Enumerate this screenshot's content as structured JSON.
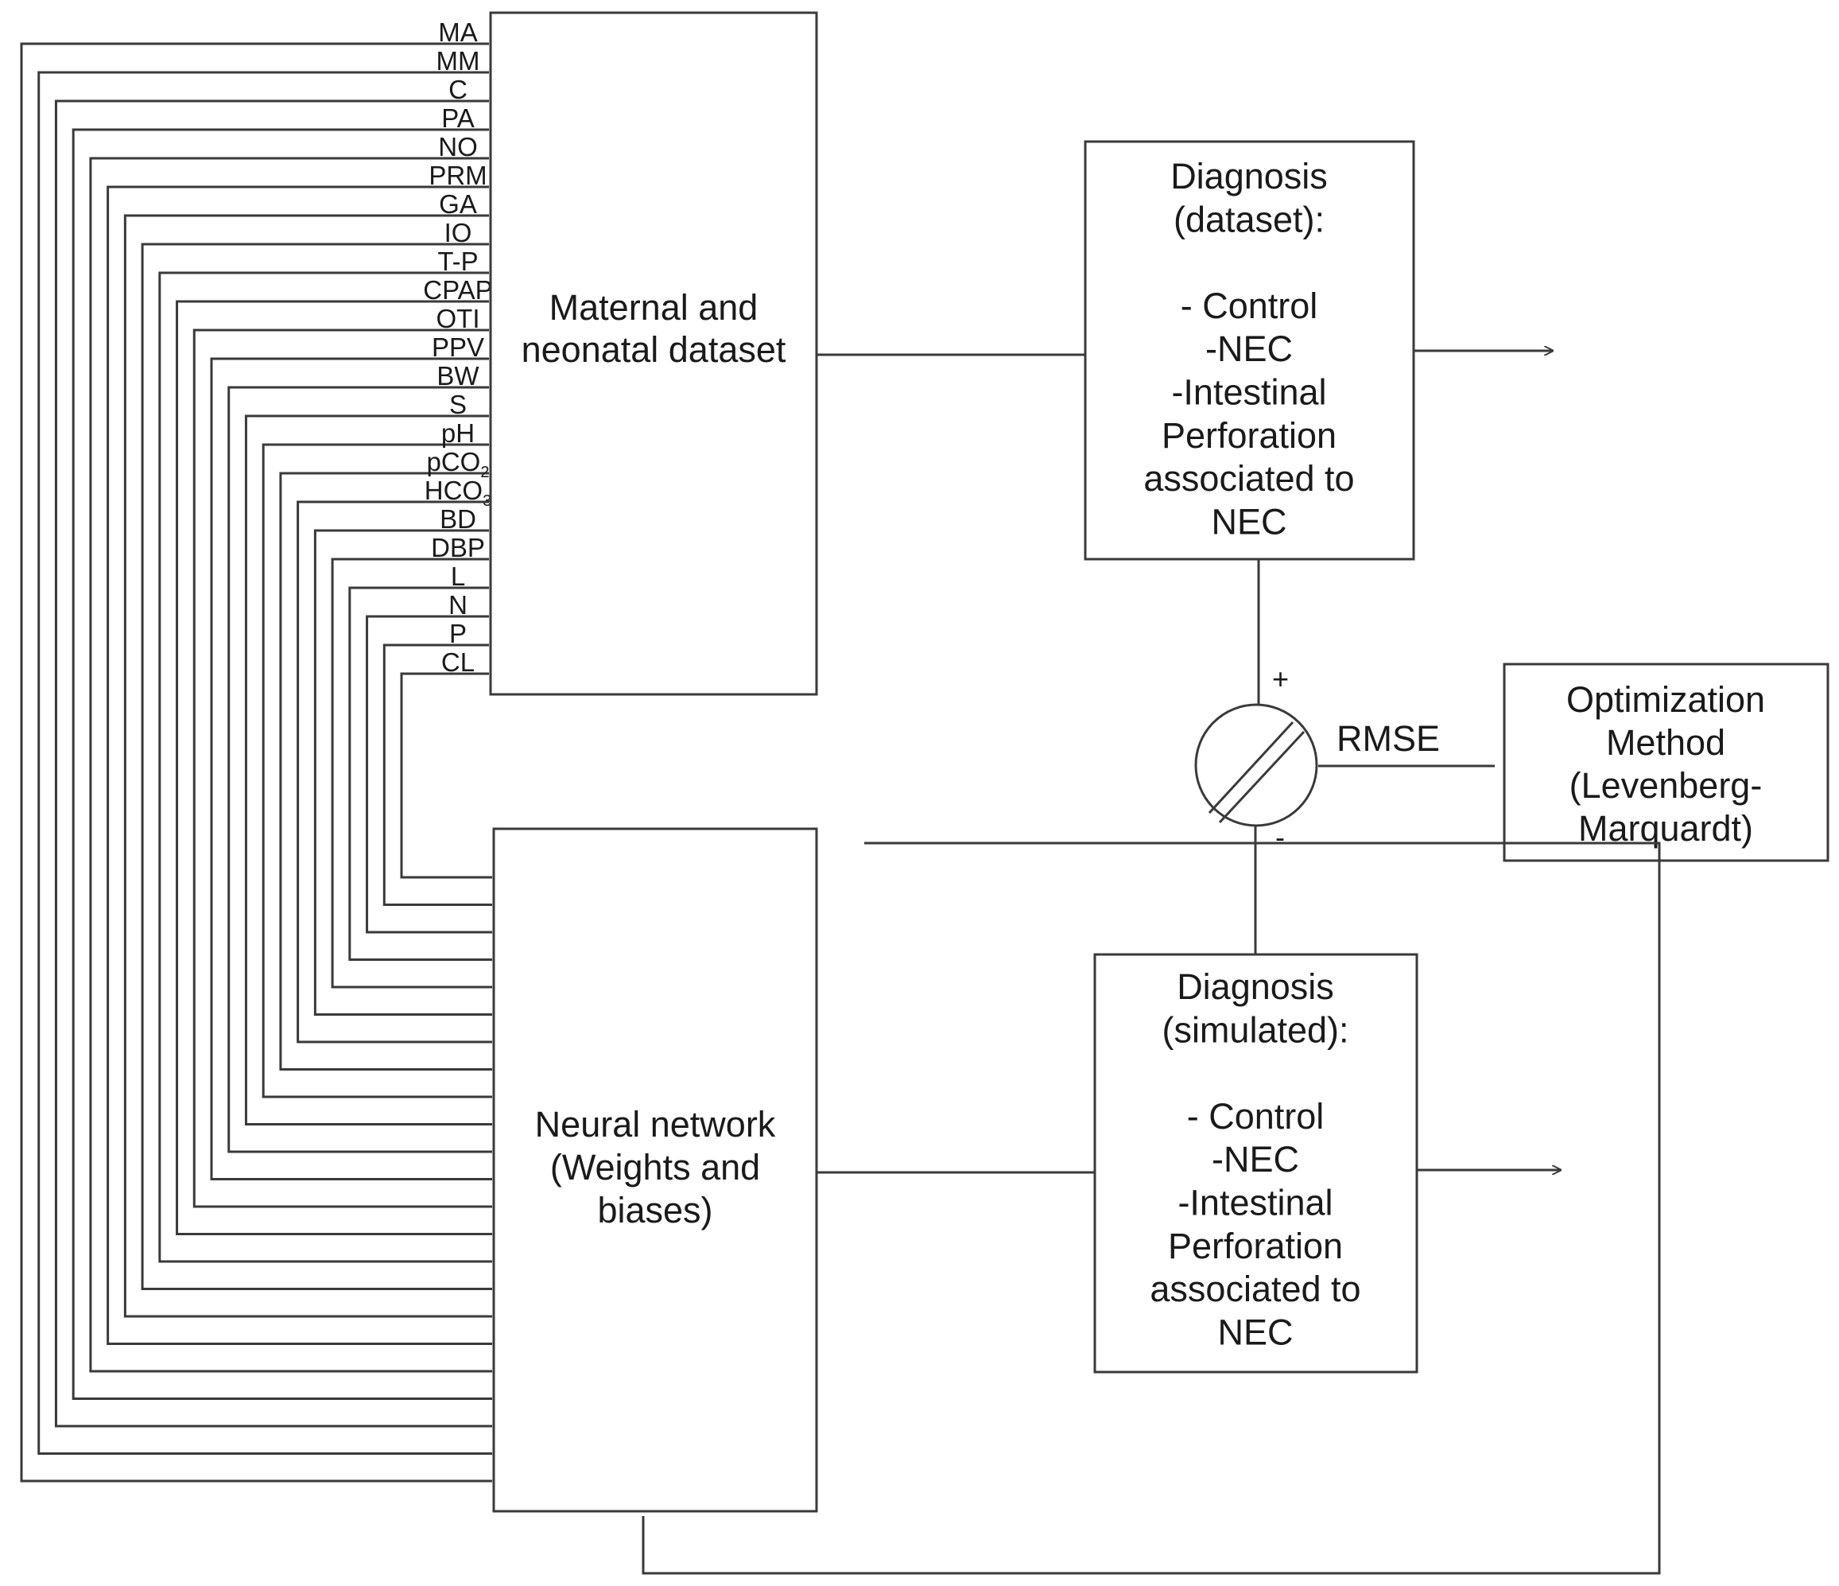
{
  "inputs": [
    "MA",
    "MM",
    "C",
    "PA",
    "NO",
    "PRM",
    "GA",
    "IO",
    "T-P",
    "CPAP",
    "OTI",
    "PPV",
    "BW",
    "S",
    "pH",
    "pCO2",
    "HCO3",
    "BD",
    "DBP",
    "L",
    "N",
    "P",
    "CL"
  ],
  "input_subscripts": {
    "pCO2": [
      "pCO",
      "2"
    ],
    "HCO3": [
      "HCO",
      "3"
    ]
  },
  "dataset_box": {
    "lines": [
      "Maternal and",
      "neonatal  dataset"
    ]
  },
  "network_box": {
    "lines": [
      "Neural network",
      "(Weights and",
      "biases)"
    ]
  },
  "diag_dataset": {
    "lines": [
      "Diagnosis",
      "(dataset):",
      "",
      "- Control",
      "-NEC",
      "-Intestinal",
      "Perforation",
      "associated to",
      "NEC"
    ]
  },
  "diag_simulated": {
    "lines": [
      "Diagnosis",
      "(simulated):",
      "",
      "- Control",
      "-NEC",
      "-Intestinal",
      "Perforation",
      "associated to",
      "NEC"
    ]
  },
  "optim_box": {
    "lines": [
      "Optimization",
      "Method",
      "(Levenberg-",
      "Marquardt)"
    ]
  },
  "sum_plus": "+",
  "sum_minus": "-",
  "rmse_label": "RMSE"
}
